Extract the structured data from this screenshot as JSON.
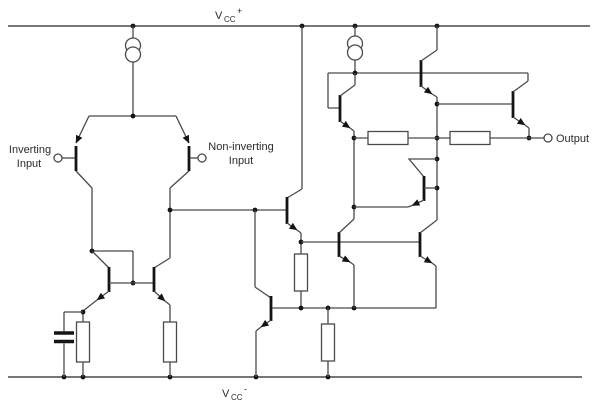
{
  "labels": {
    "vcc_plus": {
      "symbol": "V",
      "subscript": "CC",
      "superscript": "+"
    },
    "vcc_minus": {
      "symbol": "V",
      "subscript": "CC",
      "superscript": "-"
    },
    "inverting_input": {
      "line1": "Inverting",
      "line2": "Input"
    },
    "non_inverting_input": {
      "line1": "Non-inverting",
      "line2": "Input"
    },
    "output": "Output"
  },
  "colors": {
    "background": "#ffffff",
    "wire": "#4a4a4a",
    "solid": "#141414",
    "text": "#2b2b2b"
  },
  "icons": {
    "current_source": "current-source-icon",
    "capacitor": "capacitor-icon",
    "input_terminal": "terminal-circle-icon",
    "output_terminal": "terminal-circle-icon"
  }
}
